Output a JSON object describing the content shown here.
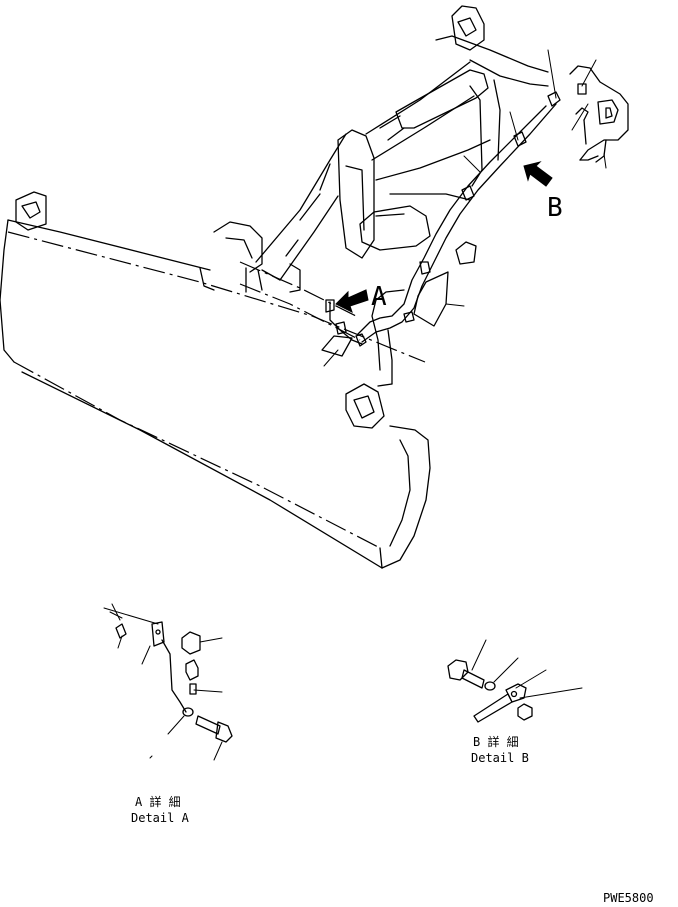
{
  "callouts": {
    "a": "A",
    "b": "B"
  },
  "details": {
    "a": {
      "title": "A 詳 細",
      "subtitle": "Detail A"
    },
    "b": {
      "title": "B 詳 細",
      "subtitle": "Detail B"
    }
  },
  "drawing_code": "PWE5800",
  "icons": {
    "view_arrow": "solid-arrow-icon"
  }
}
